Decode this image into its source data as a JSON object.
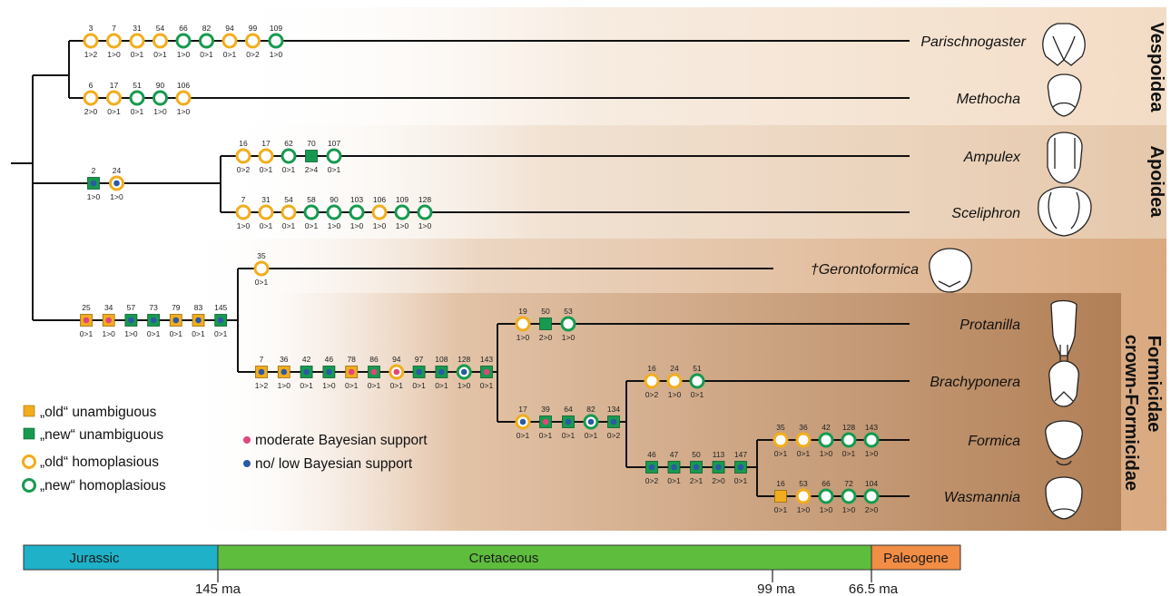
{
  "clades": [
    {
      "label": "Vespoidea"
    },
    {
      "label": "Apoidea"
    },
    {
      "label": "Formicidae"
    },
    {
      "label": "crown-Formicidae"
    }
  ],
  "taxa": [
    {
      "name": "Parischnogaster"
    },
    {
      "name": "Methocha"
    },
    {
      "name": "Ampulex"
    },
    {
      "name": "Sceliphron"
    },
    {
      "name": "†Gerontoformica"
    },
    {
      "name": "Protanilla"
    },
    {
      "name": "Brachyponera"
    },
    {
      "name": "Formica"
    },
    {
      "name": "Wasmannia"
    }
  ],
  "branches": [
    {
      "label": "Parischnogaster",
      "characters": [
        {
          "char": "3",
          "change": "1>2",
          "type": "old-homoplasious"
        },
        {
          "char": "7",
          "change": "1>0",
          "type": "old-homoplasious"
        },
        {
          "char": "31",
          "change": "0>1",
          "type": "old-homoplasious"
        },
        {
          "char": "54",
          "change": "0>1",
          "type": "old-homoplasious"
        },
        {
          "char": "66",
          "change": "1>0",
          "type": "new-homoplasious"
        },
        {
          "char": "82",
          "change": "0>1",
          "type": "new-homoplasious"
        },
        {
          "char": "94",
          "change": "0>1",
          "type": "old-homoplasious"
        },
        {
          "char": "99",
          "change": "0>2",
          "type": "old-homoplasious"
        },
        {
          "char": "109",
          "change": "1>0",
          "type": "new-homoplasious"
        }
      ]
    },
    {
      "label": "Methocha",
      "characters": [
        {
          "char": "6",
          "change": "2>0",
          "type": "old-homoplasious"
        },
        {
          "char": "17",
          "change": "0>1",
          "type": "old-homoplasious"
        },
        {
          "char": "51",
          "change": "0>1",
          "type": "new-homoplasious"
        },
        {
          "char": "90",
          "change": "1>0",
          "type": "new-homoplasious"
        },
        {
          "char": "106",
          "change": "1>0",
          "type": "old-homoplasious"
        }
      ]
    },
    {
      "label": "Apoidea stem",
      "characters": [
        {
          "char": "2",
          "change": "1>0",
          "type": "new-unambiguous",
          "support": "low"
        },
        {
          "char": "24",
          "change": "1>0",
          "type": "old-homoplasious",
          "support": "low"
        }
      ]
    },
    {
      "label": "Ampulex",
      "characters": [
        {
          "char": "16",
          "change": "0>2",
          "type": "old-homoplasious"
        },
        {
          "char": "17",
          "change": "0>1",
          "type": "old-homoplasious"
        },
        {
          "char": "62",
          "change": "0>1",
          "type": "new-homoplasious"
        },
        {
          "char": "70",
          "change": "2>4",
          "type": "new-unambiguous"
        },
        {
          "char": "107",
          "change": "0>1",
          "type": "new-homoplasious"
        }
      ]
    },
    {
      "label": "Sceliphron",
      "characters": [
        {
          "char": "7",
          "change": "1>0",
          "type": "old-homoplasious"
        },
        {
          "char": "31",
          "change": "0>1",
          "type": "old-homoplasious"
        },
        {
          "char": "54",
          "change": "0>1",
          "type": "old-homoplasious"
        },
        {
          "char": "58",
          "change": "0>1",
          "type": "new-homoplasious"
        },
        {
          "char": "90",
          "change": "1>0",
          "type": "new-homoplasious"
        },
        {
          "char": "103",
          "change": "1>0",
          "type": "new-homoplasious"
        },
        {
          "char": "106",
          "change": "1>0",
          "type": "old-homoplasious"
        },
        {
          "char": "109",
          "change": "1>0",
          "type": "new-homoplasious"
        },
        {
          "char": "128",
          "change": "1>0",
          "type": "new-homoplasious"
        }
      ]
    },
    {
      "label": "Formicidae stem",
      "characters": [
        {
          "char": "25",
          "change": "0>1",
          "type": "old-unambiguous",
          "support": "moderate"
        },
        {
          "char": "34",
          "change": "1>0",
          "type": "old-unambiguous",
          "support": "moderate"
        },
        {
          "char": "57",
          "change": "1>0",
          "type": "new-unambiguous",
          "support": "low"
        },
        {
          "char": "73",
          "change": "0>1",
          "type": "new-unambiguous",
          "support": "low"
        },
        {
          "char": "79",
          "change": "0>1",
          "type": "old-unambiguous",
          "support": "low"
        },
        {
          "char": "83",
          "change": "0>1",
          "type": "old-unambiguous",
          "support": "low"
        },
        {
          "char": "145",
          "change": "0>1",
          "type": "new-unambiguous",
          "support": "low"
        }
      ]
    },
    {
      "label": "†Gerontoformica",
      "characters": [
        {
          "char": "35",
          "change": "0>1",
          "type": "old-homoplasious"
        }
      ]
    },
    {
      "label": "crown-Formicidae stem",
      "characters": [
        {
          "char": "7",
          "change": "1>2",
          "type": "old-unambiguous",
          "support": "low"
        },
        {
          "char": "36",
          "change": "1>0",
          "type": "old-unambiguous",
          "support": "low"
        },
        {
          "char": "42",
          "change": "0>1",
          "type": "new-unambiguous",
          "support": "low"
        },
        {
          "char": "46",
          "change": "1>0",
          "type": "new-unambiguous",
          "support": "low"
        },
        {
          "char": "78",
          "change": "0>1",
          "type": "old-unambiguous",
          "support": "moderate"
        },
        {
          "char": "86",
          "change": "0>1",
          "type": "new-unambiguous",
          "support": "moderate"
        },
        {
          "char": "94",
          "change": "0>1",
          "type": "old-homoplasious",
          "support": "moderate"
        },
        {
          "char": "97",
          "change": "0>1",
          "type": "new-unambiguous",
          "support": "low"
        },
        {
          "char": "108",
          "change": "0>1",
          "type": "new-unambiguous",
          "support": "low"
        },
        {
          "char": "128",
          "change": "1>0",
          "type": "new-homoplasious",
          "support": "low"
        },
        {
          "char": "143",
          "change": "0>1",
          "type": "new-unambiguous",
          "support": "moderate"
        }
      ]
    },
    {
      "label": "Protanilla",
      "characters": [
        {
          "char": "19",
          "change": "1>0",
          "type": "old-homoplasious"
        },
        {
          "char": "50",
          "change": "2>0",
          "type": "new-unambiguous"
        },
        {
          "char": "53",
          "change": "1>0",
          "type": "new-homoplasious"
        }
      ]
    },
    {
      "label": "Formicidae inner",
      "characters": [
        {
          "char": "17",
          "change": "0>1",
          "type": "old-homoplasious",
          "support": "low"
        },
        {
          "char": "39",
          "change": "0>1",
          "type": "new-unambiguous",
          "support": "moderate"
        },
        {
          "char": "64",
          "change": "0>1",
          "type": "new-unambiguous",
          "support": "low"
        },
        {
          "char": "82",
          "change": "0>1",
          "type": "new-homoplasious",
          "support": "low"
        },
        {
          "char": "134",
          "change": "0>2",
          "type": "new-unambiguous",
          "support": "low"
        }
      ]
    },
    {
      "label": "Brachyponera",
      "characters": [
        {
          "char": "16",
          "change": "0>2",
          "type": "old-homoplasious"
        },
        {
          "char": "24",
          "change": "1>0",
          "type": "old-homoplasious"
        },
        {
          "char": "51",
          "change": "0>1",
          "type": "new-homoplasious"
        }
      ]
    },
    {
      "label": "Formica+Wasmannia stem",
      "characters": [
        {
          "char": "46",
          "change": "0>2",
          "type": "new-unambiguous",
          "support": "low"
        },
        {
          "char": "47",
          "change": "0>1",
          "type": "new-unambiguous",
          "support": "low"
        },
        {
          "char": "50",
          "change": "2>1",
          "type": "new-unambiguous",
          "support": "low"
        },
        {
          "char": "113",
          "change": "2>0",
          "type": "new-unambiguous",
          "support": "low"
        },
        {
          "char": "147",
          "change": "0>1",
          "type": "new-unambiguous",
          "support": "low"
        }
      ]
    },
    {
      "label": "Formica",
      "characters": [
        {
          "char": "35",
          "change": "0>1",
          "type": "old-homoplasious"
        },
        {
          "char": "36",
          "change": "0>1",
          "type": "old-homoplasious"
        },
        {
          "char": "42",
          "change": "1>0",
          "type": "new-homoplasious"
        },
        {
          "char": "128",
          "change": "0>1",
          "type": "new-homoplasious"
        },
        {
          "char": "143",
          "change": "1>0",
          "type": "new-homoplasious"
        }
      ]
    },
    {
      "label": "Wasmannia",
      "characters": [
        {
          "char": "16",
          "change": "0>1",
          "type": "old-unambiguous"
        },
        {
          "char": "53",
          "change": "1>0",
          "type": "old-homoplasious"
        },
        {
          "char": "66",
          "change": "1>0",
          "type": "new-homoplasious"
        },
        {
          "char": "72",
          "change": "1>0",
          "type": "new-homoplasious"
        },
        {
          "char": "104",
          "change": "2>0",
          "type": "new-homoplasious"
        }
      ]
    }
  ],
  "legend": [
    {
      "label": "„old“ unambiguous",
      "type": "old-unambiguous"
    },
    {
      "label": "„new“ unambiguous",
      "type": "new-unambiguous"
    },
    {
      "label": "„old“ homoplasious",
      "type": "old-homoplasious"
    },
    {
      "label": "„new“ homoplasious",
      "type": "new-homoplasious"
    },
    {
      "label": "moderate Bayesian support",
      "type": "moderate"
    },
    {
      "label": "no/ low Bayesian support",
      "type": "low"
    }
  ],
  "timescale": {
    "periods": [
      {
        "name": "Jurassic"
      },
      {
        "name": "Cretaceous"
      },
      {
        "name": "Paleogene"
      }
    ],
    "ticks": [
      {
        "label": "145 ma"
      },
      {
        "label": "99 ma"
      },
      {
        "label": "66.5 ma"
      }
    ]
  },
  "colors": {
    "old": "#f2ad1d",
    "new": "#179a4f",
    "moderate": "#e0457e",
    "low": "#2b59a6",
    "jurassic": "#1eb1c8",
    "cretaceous": "#5fbd3d",
    "paleogene": "#f18d45"
  }
}
